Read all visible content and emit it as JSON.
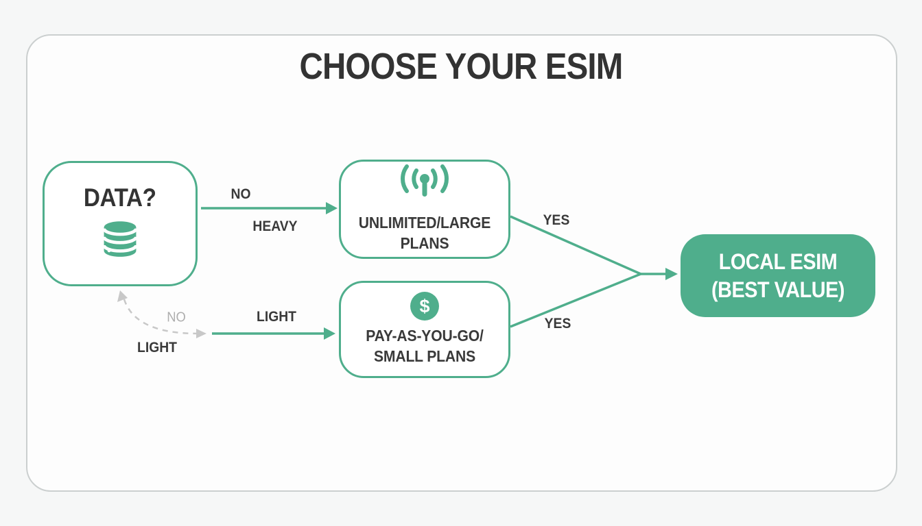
{
  "title": "CHOOSE YOUR ESIM",
  "colors": {
    "green": "#4fae8c",
    "dark_text": "#333333",
    "gray_dashed": "#c8c8c8",
    "card_border": "#cbcfcf",
    "card_bg": "#fdfdfd",
    "page_bg": "#f6f7f7"
  },
  "nodes": {
    "data": {
      "label": "DATA?",
      "icon": "database-icon"
    },
    "unlimited": {
      "label": "UNLIMITED/LARGE PLANS",
      "icon": "broadcast-icon"
    },
    "payg": {
      "label": "PAY-AS-YOU-GO/ SMALL PLANS",
      "icon": "dollar-icon",
      "dollar_glyph": "$"
    },
    "result": {
      "label": "LOCAL ESIM (BEST VALUE)"
    }
  },
  "edges": {
    "heavy_path": {
      "above_label": "NO",
      "below_label": "HEAVY"
    },
    "light_path": {
      "label": "LIGHT"
    },
    "dashed_loop": {
      "no_label": "NO",
      "light_label": "LIGHT"
    },
    "yes_top": {
      "label": "YES"
    },
    "yes_bottom": {
      "label": "YES"
    }
  }
}
